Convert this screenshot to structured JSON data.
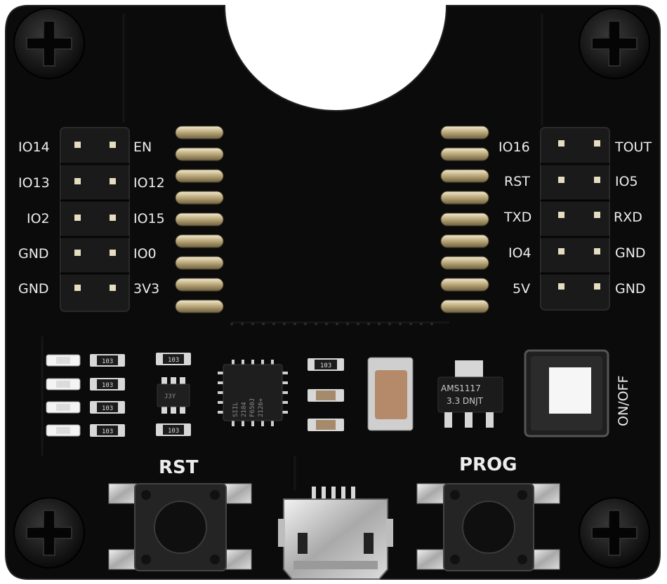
{
  "board": {
    "left_header_labels": {
      "outer": [
        "IO14",
        "IO13",
        "IO2",
        "GND",
        "GND"
      ],
      "inner": [
        "EN",
        "IO12",
        "IO15",
        "IO0",
        "3V3"
      ]
    },
    "right_header_labels": {
      "inner": [
        "IO16",
        "RST",
        "TXD",
        "IO4",
        "5V"
      ],
      "outer": [
        "TOUT",
        "IO5",
        "RXD",
        "GND",
        "GND"
      ]
    },
    "buttons": {
      "rst_label": "RST",
      "prog_label": "PROG"
    },
    "switch_label": "ON/OFF",
    "chips": {
      "usb_uart": [
        "SIIL",
        "2104",
        "F650J",
        "2126+"
      ],
      "regulator": [
        "AMS1117",
        "3.3  DNJT"
      ],
      "transistor": "J3Y"
    },
    "resistor_code": "103",
    "colors": {
      "pcb": "#0b0b0b",
      "pads": "#d9d9d9",
      "silkscreen": "#ececec",
      "headers": "#1a1a1a"
    }
  }
}
